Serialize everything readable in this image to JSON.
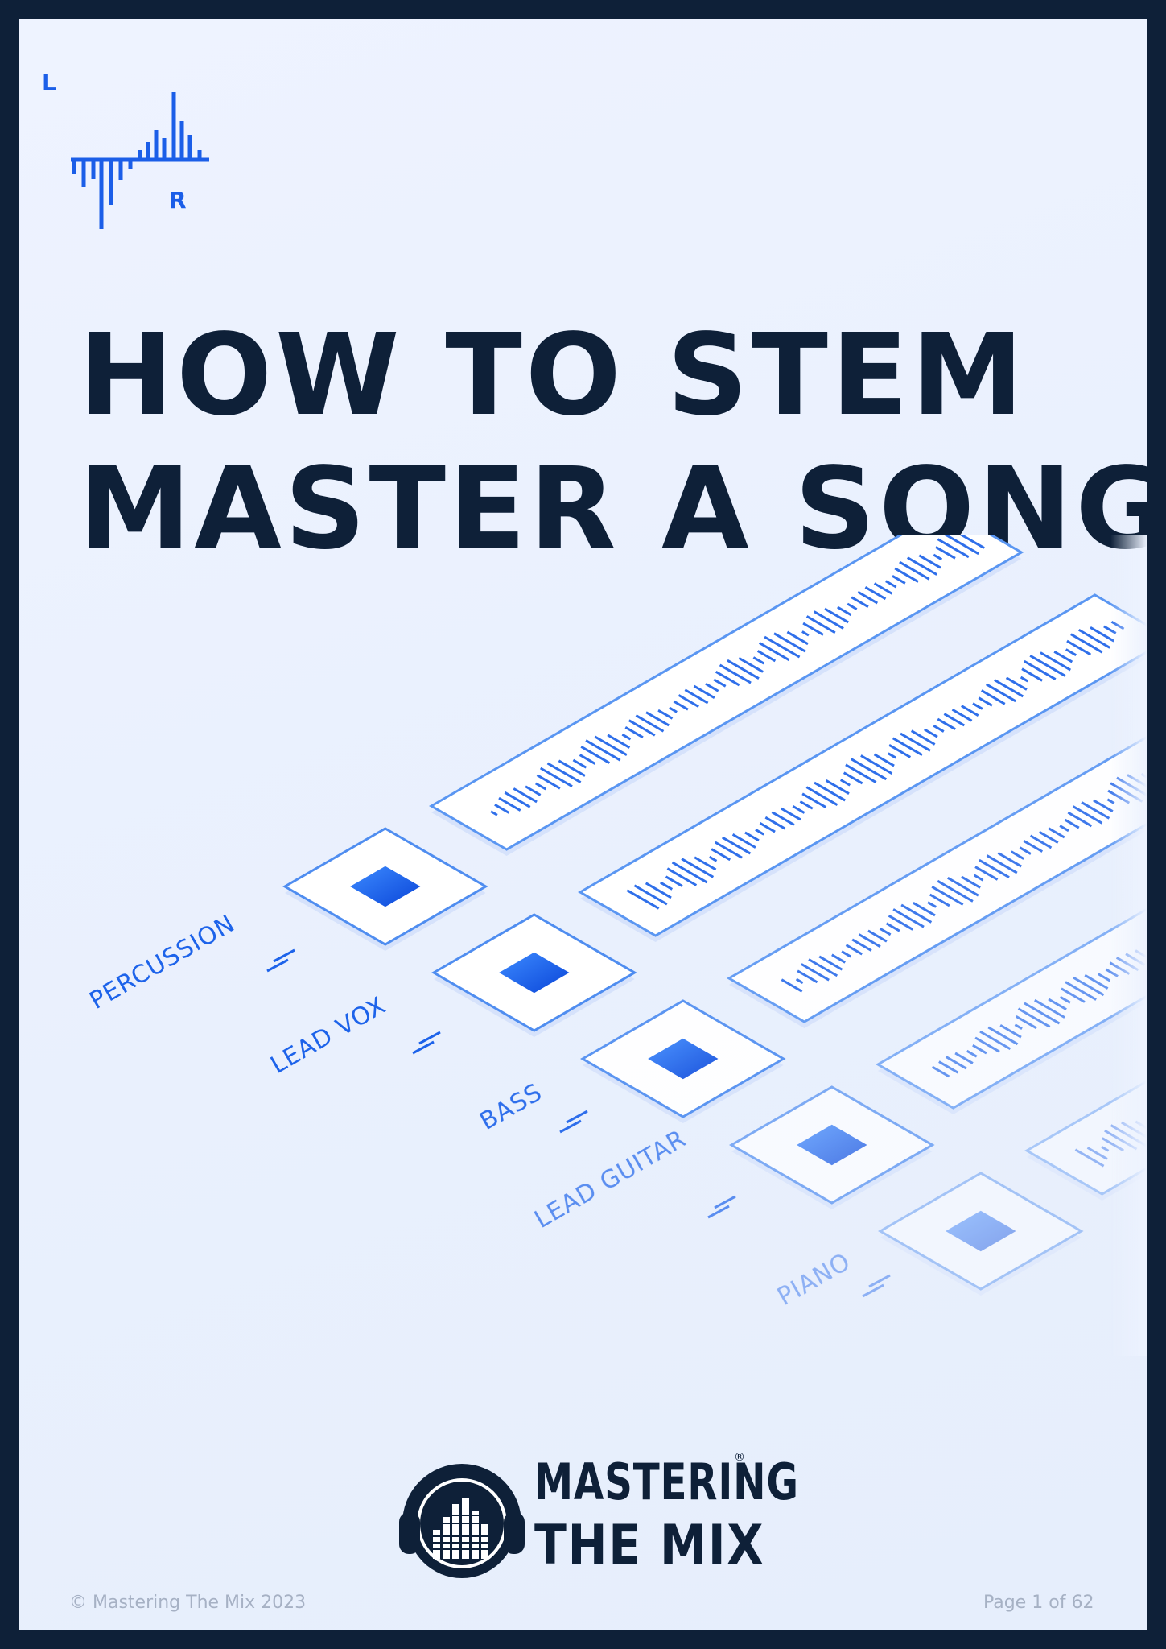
{
  "corner_logo": {
    "left_letter": "L",
    "right_letter": "R",
    "icon": "lr-waveform-icon"
  },
  "title": {
    "line1": "HOW TO STEM",
    "line2": "MASTER A SONG"
  },
  "stems": [
    {
      "label": "PERCUSSION"
    },
    {
      "label": "LEAD VOX"
    },
    {
      "label": "BASS"
    },
    {
      "label": "LEAD GUITAR"
    },
    {
      "label": "PIANO"
    }
  ],
  "brand": {
    "line1": "MASTERING",
    "line2": "THE MIX",
    "mark": "®",
    "icon": "headphones-meter-icon"
  },
  "footer": {
    "copyright": "© Mastering The Mix 2023",
    "page": "Page 1 of 62"
  },
  "colors": {
    "background": "#0e2038",
    "page": "#eef3ff",
    "accent": "#1b5ee8",
    "title": "#0e2038",
    "footer": "#a6b1c4"
  }
}
